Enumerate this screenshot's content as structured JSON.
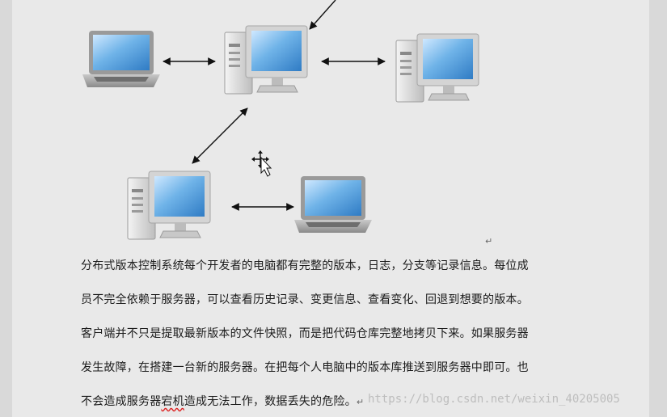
{
  "document": {
    "paragraph_lines": [
      "分布式版本控制系统每个开发者的电脑都有完整的版本，日志，分支等记录信息。每位成",
      "员不完全依赖于服务器，可以查看历史记录、变更信息、查看变化、回退到想要的版本。",
      "客户端并不只是提取最新版本的文件快照，而是把代码仓库完整地拷贝下来。如果服务器",
      "发生故障，在搭建一台新的服务器。在把每个人电脑中的版本库推送到服务器中即可。也"
    ],
    "last_line": {
      "before": "不会造成服务器",
      "squiggle": "宕机",
      "after": "造成无法工作，数据丢失的危险。"
    },
    "paragraph_mark": "↵",
    "watermark": "https://blog.csdn.net/weixin_40205005"
  },
  "diagram": {
    "nodes": [
      {
        "id": "laptop-top-left",
        "type": "laptop"
      },
      {
        "id": "server-center",
        "type": "desktop"
      },
      {
        "id": "desktop-right",
        "type": "desktop"
      },
      {
        "id": "desktop-bottom-left",
        "type": "desktop"
      },
      {
        "id": "laptop-bottom-right",
        "type": "laptop"
      }
    ],
    "connections": [
      [
        "laptop-top-left",
        "server-center"
      ],
      [
        "server-center",
        "desktop-right"
      ],
      [
        "server-center",
        "desktop-bottom-left"
      ],
      [
        "desktop-bottom-left",
        "laptop-bottom-right"
      ],
      [
        "server-center",
        "offscreen-top"
      ]
    ]
  },
  "colors": {
    "screen": "#6fb3e8",
    "case": "#d8d8d8",
    "arrow": "#111111",
    "squiggle": "#dd2222"
  }
}
